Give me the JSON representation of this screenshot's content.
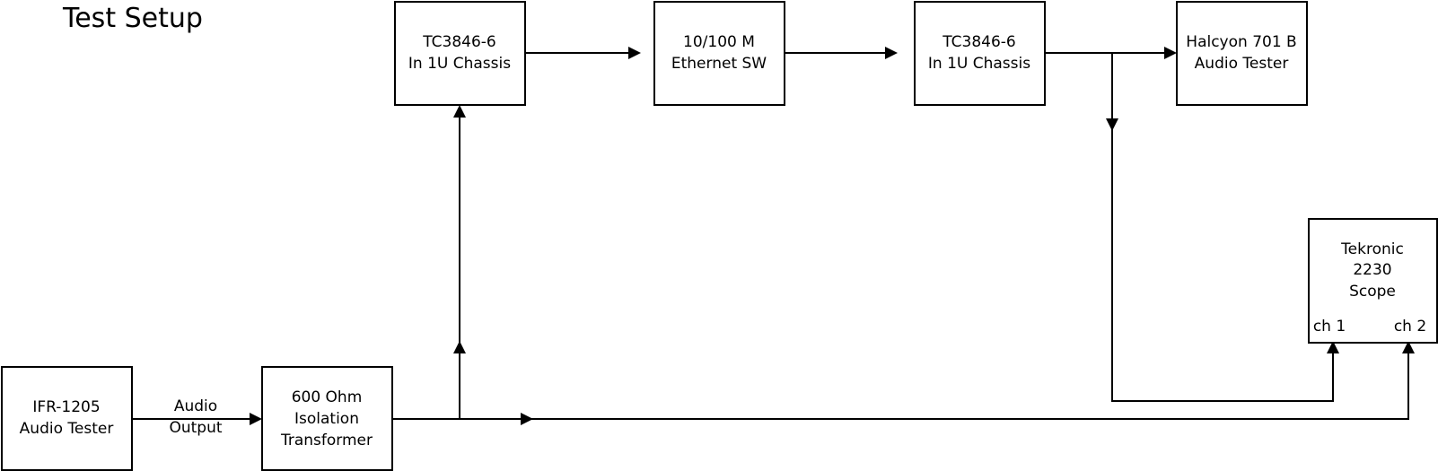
{
  "title": "Test Setup",
  "blocks": {
    "tc_left": {
      "line1": "TC3846-6",
      "line2": "In 1U Chassis"
    },
    "ethernet": {
      "line1": "10/100 M",
      "line2": "Ethernet SW"
    },
    "tc_right": {
      "line1": "TC3846-6",
      "line2": "In 1U Chassis"
    },
    "halcyon": {
      "line1": "Halcyon 701 B",
      "line2": "Audio Tester"
    },
    "scope": {
      "line1": "Tekronic",
      "line2": "2230",
      "line3": "Scope",
      "ch1": "ch 1",
      "ch2": "ch 2"
    },
    "ifr": {
      "line1": "IFR-1205",
      "line2": "Audio Tester"
    },
    "transformer": {
      "line1": "600 Ohm",
      "line2": "Isolation",
      "line3": "Transformer"
    }
  },
  "connections": {
    "audio_output": {
      "line1": "Audio",
      "line2": "Output"
    }
  }
}
